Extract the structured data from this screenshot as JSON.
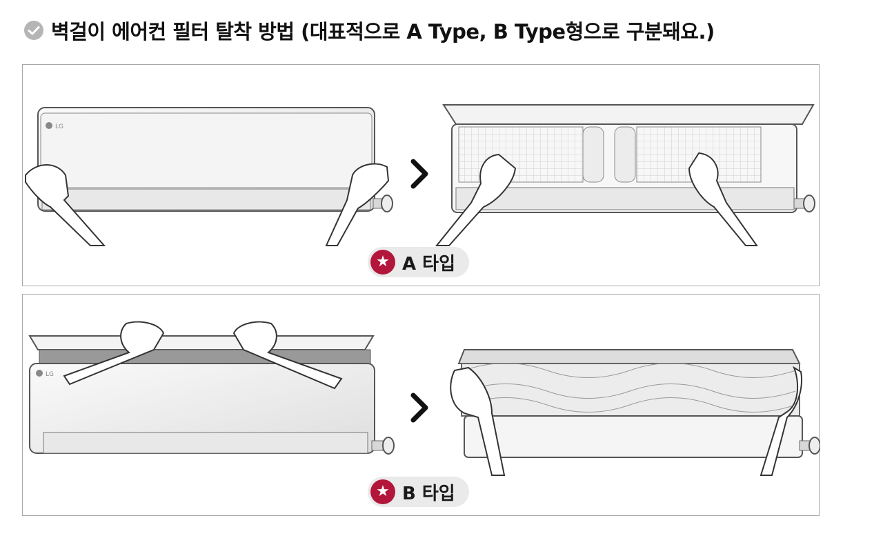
{
  "heading": {
    "icon": "check-circle-icon",
    "text": "벽걸이 에어컨 필터 탈착 방법 (대표적으로 A Type, B Type형으로 구분돼요.)"
  },
  "panels": [
    {
      "id": "a",
      "badge_icon": "star-icon",
      "badge_label": "A 타입",
      "step_arrow_icon": "chevron-right-icon"
    },
    {
      "id": "b",
      "badge_icon": "star-icon",
      "badge_label": "B 타입",
      "step_arrow_icon": "chevron-right-icon"
    }
  ],
  "brand_logo_text": "LG",
  "colors": {
    "badge_accent": "#b3163b",
    "check_icon": "#b5b5b5",
    "panel_border": "#a8a8a8"
  }
}
